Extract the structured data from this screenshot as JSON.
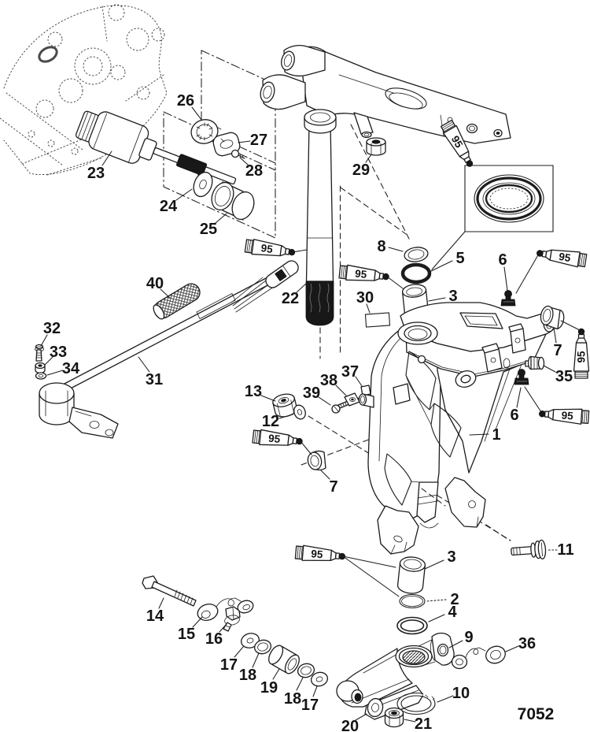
{
  "figure": {
    "diagram_number": "7052",
    "lubricant_label": "95",
    "callouts": [
      {
        "label": "26"
      },
      {
        "label": "27"
      },
      {
        "label": "28"
      },
      {
        "label": "23"
      },
      {
        "label": "24"
      },
      {
        "label": "25"
      },
      {
        "label": "29"
      },
      {
        "label": "8"
      },
      {
        "label": "5"
      },
      {
        "label": "3"
      },
      {
        "label": "30"
      },
      {
        "label": "22"
      },
      {
        "label": "6"
      },
      {
        "label": "7"
      },
      {
        "label": "35"
      },
      {
        "label": "6"
      },
      {
        "label": "1"
      },
      {
        "label": "11"
      },
      {
        "label": "40"
      },
      {
        "label": "32"
      },
      {
        "label": "33"
      },
      {
        "label": "34"
      },
      {
        "label": "31"
      },
      {
        "label": "13"
      },
      {
        "label": "12"
      },
      {
        "label": "39"
      },
      {
        "label": "38"
      },
      {
        "label": "37"
      },
      {
        "label": "7"
      },
      {
        "label": "14"
      },
      {
        "label": "15"
      },
      {
        "label": "16"
      },
      {
        "label": "17"
      },
      {
        "label": "18"
      },
      {
        "label": "19"
      },
      {
        "label": "18"
      },
      {
        "label": "17"
      },
      {
        "label": "3"
      },
      {
        "label": "2"
      },
      {
        "label": "4"
      },
      {
        "label": "9"
      },
      {
        "label": "36"
      },
      {
        "label": "10"
      },
      {
        "label": "20"
      },
      {
        "label": "21"
      }
    ]
  }
}
